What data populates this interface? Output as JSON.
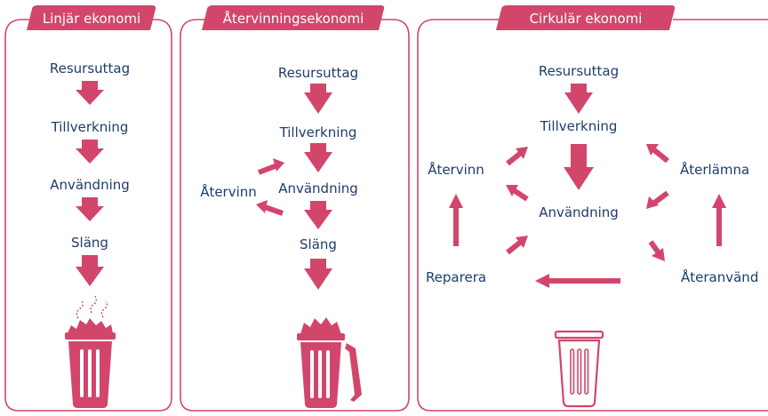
{
  "colors": {
    "accent": "#d2466c",
    "text": "#1e3d6b",
    "background": "#ffffff"
  },
  "panels": [
    {
      "title": "Linjär ekonomi",
      "steps": [
        "Resursuttag",
        "Tillverkning",
        "Användning",
        "Släng"
      ],
      "icon": "overflowing-trash-bin-icon"
    },
    {
      "title": "Återvinningsekonomi",
      "steps": [
        "Resursuttag",
        "Tillverkning",
        "Användning",
        "Släng"
      ],
      "side_label": "Återvinn",
      "icon": "trash-bin-open-lid-icon"
    },
    {
      "title": "Cirkulär ekonomi",
      "nodes": {
        "resursuttag": "Resursuttag",
        "tillverkning": "Tillverkning",
        "anvandning": "Användning",
        "atervinn": "Återvinn",
        "aterlamna": "Återlämna",
        "reparera": "Reparera",
        "ateranvand": "Återanvänd"
      },
      "icon": "empty-trash-bin-icon"
    }
  ]
}
